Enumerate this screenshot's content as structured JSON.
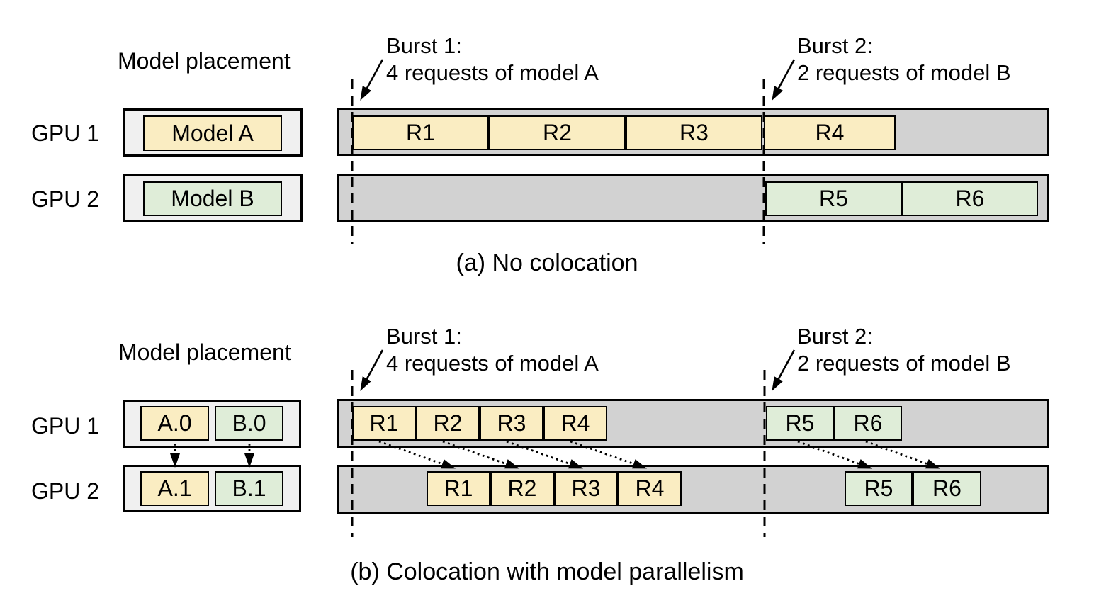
{
  "colors": {
    "background": "#FFFFFF",
    "outline": "#000000",
    "model_a_fill": "#FAEDC2",
    "model_b_fill": "#DFEDD8",
    "gpu_track_fill": "#D2D2D2",
    "placement_box_fill": "#F0F0F0"
  },
  "diagram_a": {
    "caption": "(a) No colocation",
    "placement_title": "Model placement",
    "gpu1_label": "GPU 1",
    "gpu2_label": "GPU 2",
    "placement_gpu1_models": [
      "Model A"
    ],
    "placement_gpu2_models": [
      "Model B"
    ],
    "burst1_title": "Burst 1:",
    "burst1_desc": "4 requests of model A",
    "burst2_title": "Burst 2:",
    "burst2_desc": "2 requests of model B",
    "gpu1_requests": [
      "R1",
      "R2",
      "R3",
      "R4"
    ],
    "gpu2_requests": [
      "R5",
      "R6"
    ]
  },
  "diagram_b": {
    "caption": "(b) Colocation with model parallelism",
    "placement_title": "Model placement",
    "gpu1_label": "GPU 1",
    "gpu2_label": "GPU 2",
    "placement_gpu1_models": [
      "A.0",
      "B.0"
    ],
    "placement_gpu2_models": [
      "A.1",
      "B.1"
    ],
    "burst1_title": "Burst 1:",
    "burst1_desc": "4 requests of model A",
    "burst2_title": "Burst 2:",
    "burst2_desc": "2 requests of model B",
    "gpu1_requests": [
      "R1",
      "R2",
      "R3",
      "R4",
      "R5",
      "R6"
    ],
    "gpu2_requests": [
      "R1",
      "R2",
      "R3",
      "R4",
      "R5",
      "R6"
    ]
  }
}
